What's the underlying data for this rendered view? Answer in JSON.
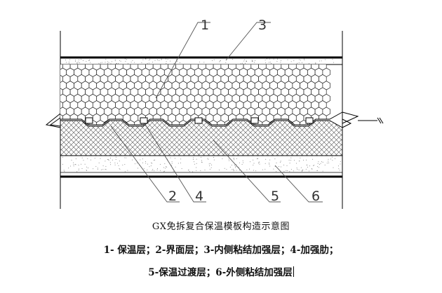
{
  "figure": {
    "title": "GX免拆复合保温模板构造示意图",
    "legend_line1": "1- 保温层；2-界面层；3-内侧粘结加强层；4-加强肋；",
    "legend_line2": "5-保温过渡层；6-外侧粘结加强层",
    "callouts": [
      "1",
      "2",
      "3",
      "4",
      "5",
      "6"
    ]
  },
  "colors": {
    "line": "#000000",
    "leader": "#555555",
    "hex_fill": "#ffffff",
    "panel": "#ffffff"
  }
}
